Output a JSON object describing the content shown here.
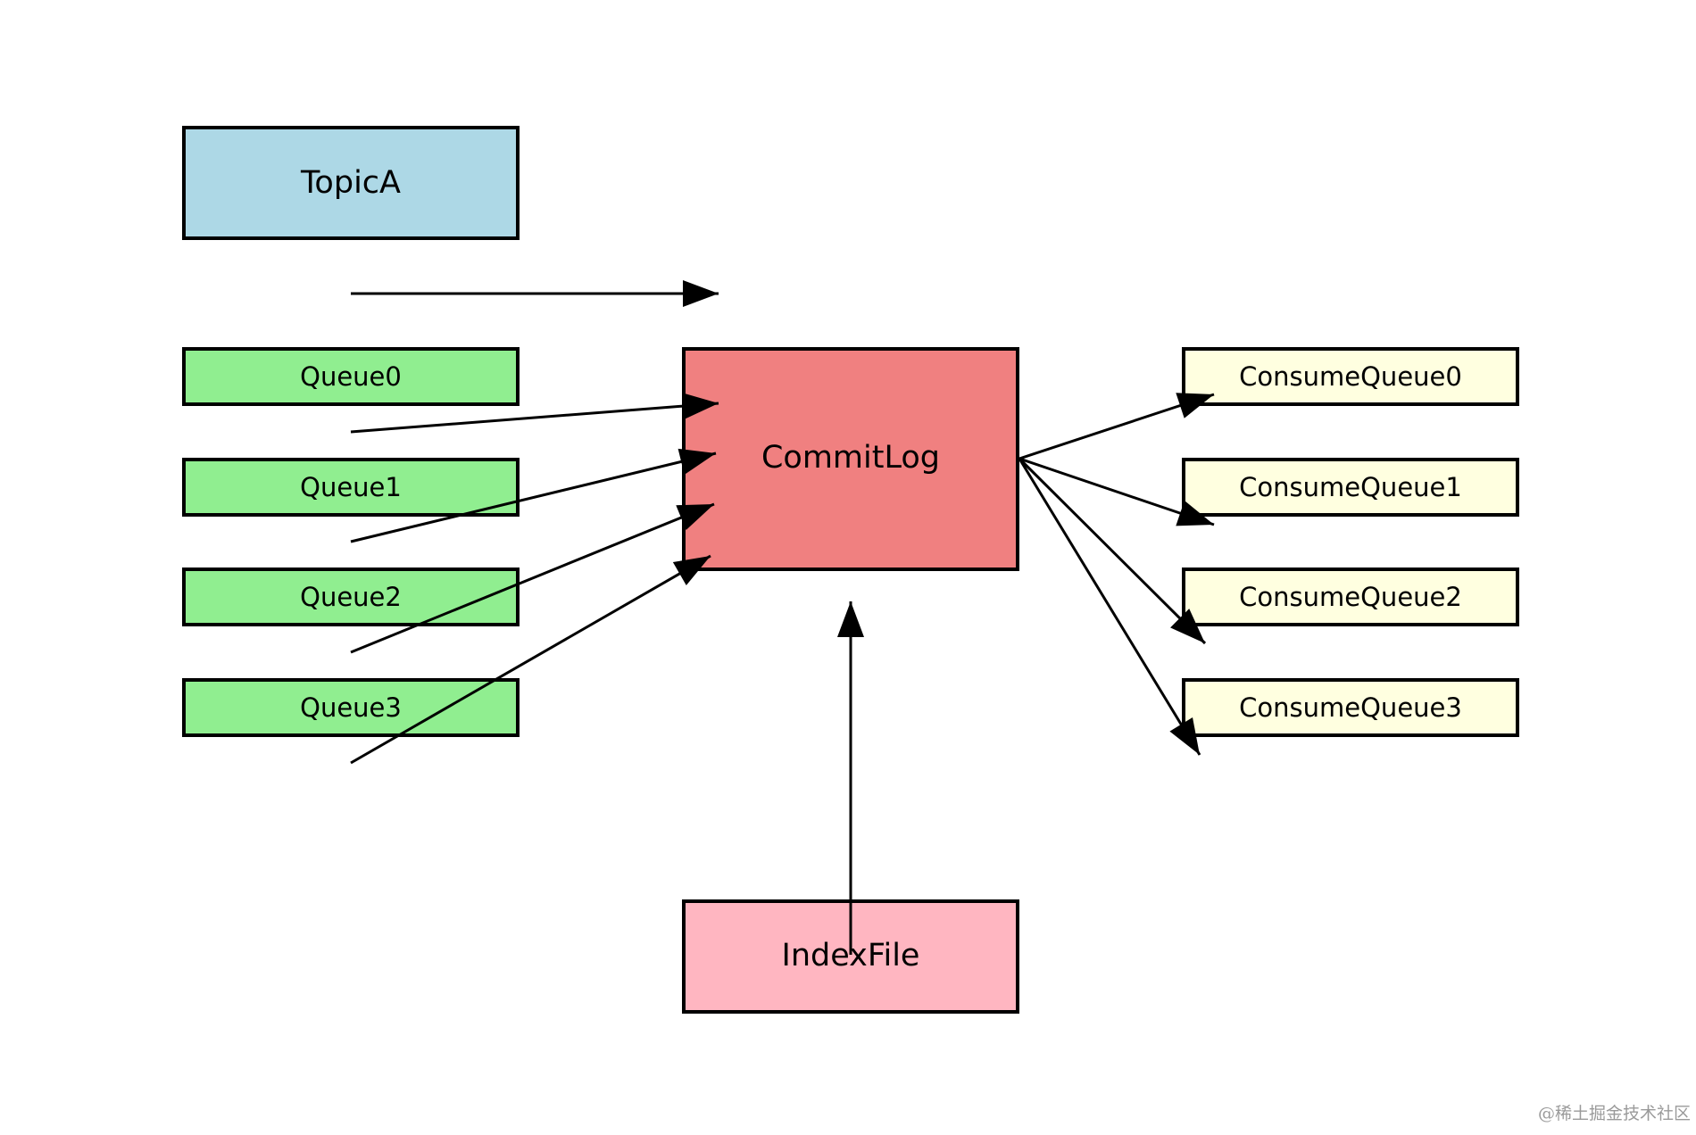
{
  "diagram": {
    "nodes": {
      "topic": {
        "label": "TopicA",
        "fill": "#add8e6"
      },
      "queues": [
        {
          "label": "Queue0",
          "fill": "#90ee90"
        },
        {
          "label": "Queue1",
          "fill": "#90ee90"
        },
        {
          "label": "Queue2",
          "fill": "#90ee90"
        },
        {
          "label": "Queue3",
          "fill": "#90ee90"
        }
      ],
      "commitlog": {
        "label": "CommitLog",
        "fill": "#f08080"
      },
      "consume_queues": [
        {
          "label": "ConsumeQueue0",
          "fill": "#ffffe0"
        },
        {
          "label": "ConsumeQueue1",
          "fill": "#ffffe0"
        },
        {
          "label": "ConsumeQueue2",
          "fill": "#ffffe0"
        },
        {
          "label": "ConsumeQueue3",
          "fill": "#ffffe0"
        }
      ],
      "indexfile": {
        "label": "IndexFile",
        "fill": "#ffb6c1"
      }
    },
    "edges": [
      {
        "from": "topic",
        "to": "commitlog"
      },
      {
        "from": "queue0",
        "to": "commitlog"
      },
      {
        "from": "queue1",
        "to": "commitlog"
      },
      {
        "from": "queue2",
        "to": "commitlog"
      },
      {
        "from": "queue3",
        "to": "commitlog"
      },
      {
        "from": "commitlog",
        "to": "consume_queue0"
      },
      {
        "from": "commitlog",
        "to": "consume_queue1"
      },
      {
        "from": "commitlog",
        "to": "consume_queue2"
      },
      {
        "from": "commitlog",
        "to": "consume_queue3"
      },
      {
        "from": "indexfile",
        "to": "commitlog"
      }
    ],
    "stroke_color": "#000000"
  },
  "watermark": {
    "text": "@稀土掘金技术社区"
  }
}
